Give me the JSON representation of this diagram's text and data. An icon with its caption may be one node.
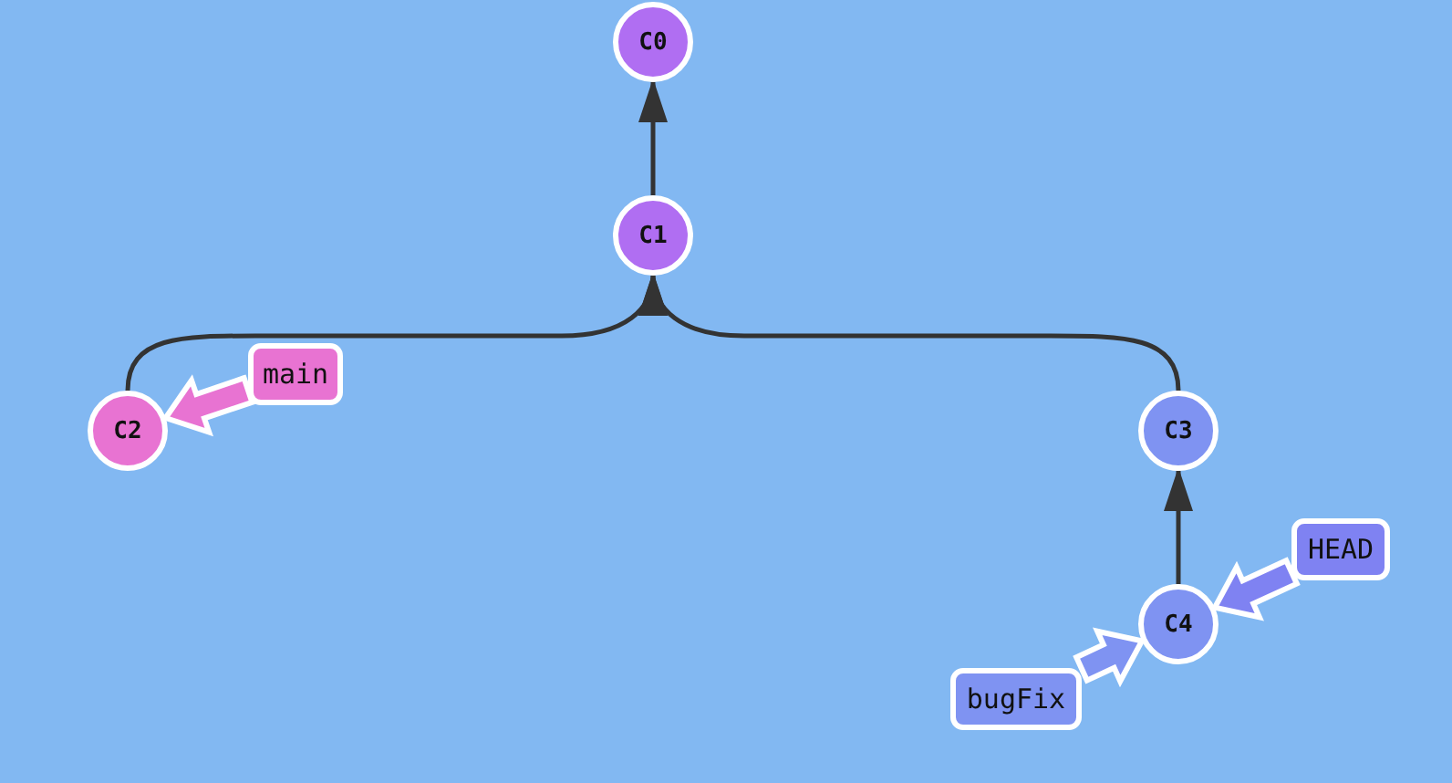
{
  "diagram": {
    "nodes": [
      {
        "text": [
          "C0"
        ]
      },
      {
        "text": [
          "C1"
        ]
      },
      {
        "text": [
          "C2"
        ]
      },
      {
        "text": [
          "main"
        ]
      },
      {
        "text": [
          "C3"
        ]
      },
      {
        "text": [
          "HEAD"
        ]
      },
      {
        "text": [
          "C4"
        ]
      },
      {
        "text": [
          "bugFix"
        ]
      }
    ],
    "edges": [
      {
        "from": 1,
        "to": 0,
        "arrow": "to"
      },
      {
        "from": 2,
        "to": 1,
        "arrow": "to"
      },
      {
        "from": 4,
        "to": 1,
        "arrow": "to"
      },
      {
        "from": 6,
        "to": 4,
        "arrow": "to"
      },
      {
        "from": 3,
        "to": 2,
        "arrow": "to",
        "style": "thick",
        "color": "#e873d2"
      },
      {
        "from": 5,
        "to": 6,
        "arrow": "to",
        "style": "thick",
        "color": "#7f82f2"
      },
      {
        "from": 7,
        "to": 6,
        "arrow": "to",
        "style": "thick",
        "color": "#7f93f2"
      }
    ]
  }
}
